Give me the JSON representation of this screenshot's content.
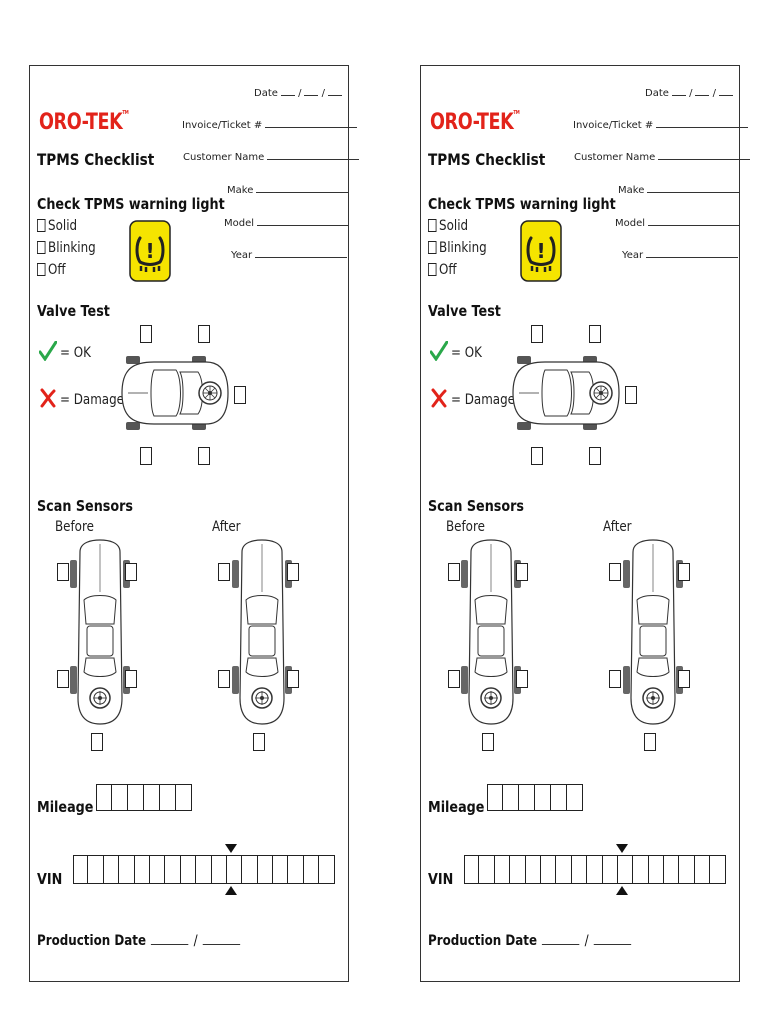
{
  "form": {
    "date_label": "Date",
    "date_sep": "/",
    "brand": "ORO-TEK",
    "brand_tm": "TM",
    "invoice_label": "Invoice/Ticket #",
    "customer_label": "Customer Name",
    "make_label": "Make",
    "model_label": "Model",
    "year_label": "Year",
    "title": "TPMS Checklist",
    "warning_heading": "Check TPMS warning light",
    "warning_options": [
      "Solid",
      "Blinking",
      "Off"
    ],
    "warning_icon_label": "!",
    "valve_heading": "Valve Test",
    "ok_legend": "= OK",
    "damage_legend": "= Damage",
    "scan_heading": "Scan Sensors",
    "before_label": "Before",
    "after_label": "After",
    "mileage_label": "Mileage",
    "mileage_cells": 6,
    "vin_label": "VIN",
    "vin_cells": 17,
    "production_label": "Production Date",
    "production_sep": "/"
  },
  "colors": {
    "brand_red": "#e2231a",
    "warning_yellow": "#f5e400",
    "ok_green": "#2aa84a",
    "damage_red": "#e2231a"
  },
  "icons": [
    "tpms-warning-icon",
    "check-mark-icon",
    "x-mark-icon",
    "car-top-view-icon"
  ]
}
